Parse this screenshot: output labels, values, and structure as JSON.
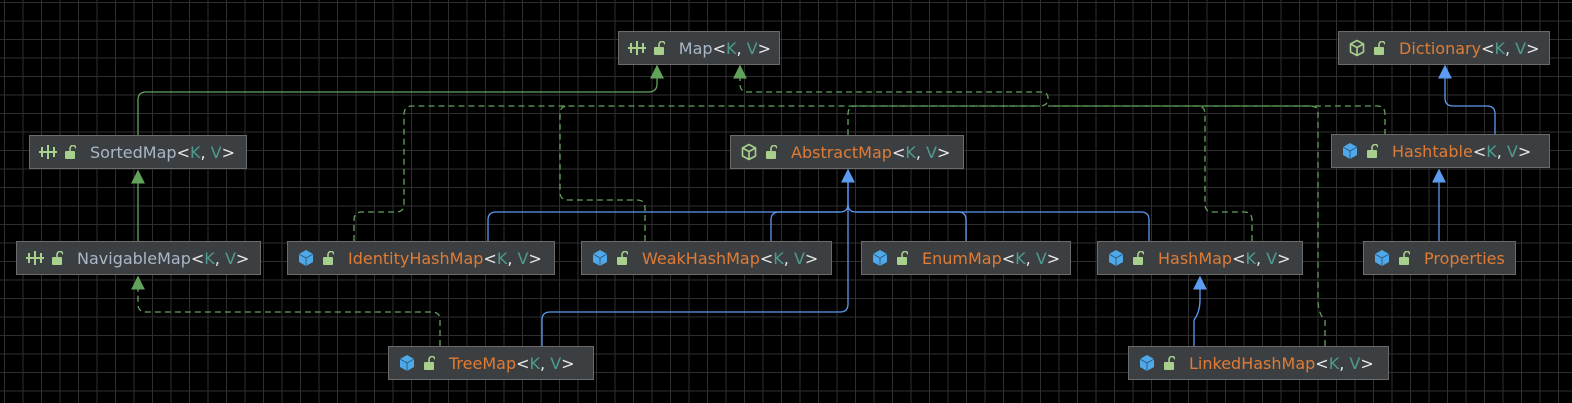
{
  "colors": {
    "background": "#000000",
    "grid": "#2f2f2f",
    "node_fill": "#3c3f41",
    "node_border": "#6b6b6b",
    "interface_name": "#a9b7c6",
    "class_name": "#e07b35",
    "type_param": "#4f9a8e",
    "extends_arrow": "#62a35c",
    "implements_dashed": "#62a35c",
    "class_extends_arrow": "#5b9bf0",
    "interface_icon": "#a8d08d",
    "class_icon": "#4fa8e8",
    "lock_icon": "#a8d08d"
  },
  "nodes": {
    "map": {
      "name": "Map",
      "p1": "K",
      "p2": "V",
      "icon": "interface-icon"
    },
    "dictionary": {
      "name": "Dictionary",
      "p1": "K",
      "p2": "V",
      "icon": "abstract-class-icon"
    },
    "sortedmap": {
      "name": "SortedMap",
      "p1": "K",
      "p2": "V",
      "icon": "interface-icon"
    },
    "abstractmap": {
      "name": "AbstractMap",
      "p1": "K",
      "p2": "V",
      "icon": "abstract-class-icon"
    },
    "hashtable": {
      "name": "Hashtable",
      "p1": "K",
      "p2": "V",
      "icon": "class-icon"
    },
    "navigablemap": {
      "name": "NavigableMap",
      "p1": "K",
      "p2": "V",
      "icon": "interface-icon"
    },
    "identityhashmap": {
      "name": "IdentityHashMap",
      "p1": "K",
      "p2": "V",
      "icon": "class-icon"
    },
    "weakhashmap": {
      "name": "WeakHashMap",
      "p1": "K",
      "p2": "V",
      "icon": "class-icon"
    },
    "enummap": {
      "name": "EnumMap",
      "p1": "K",
      "p2": "V",
      "icon": "class-icon"
    },
    "hashmap": {
      "name": "HashMap",
      "p1": "K",
      "p2": "V",
      "icon": "class-icon"
    },
    "properties": {
      "name": "Properties",
      "icon": "class-icon"
    },
    "treemap": {
      "name": "TreeMap",
      "p1": "K",
      "p2": "V",
      "icon": "class-icon"
    },
    "linkedhashmap": {
      "name": "LinkedHashMap",
      "p1": "K",
      "p2": "V",
      "icon": "class-icon"
    }
  },
  "symbols": {
    "lt": "<",
    "gt": ">",
    "comma": ", "
  }
}
